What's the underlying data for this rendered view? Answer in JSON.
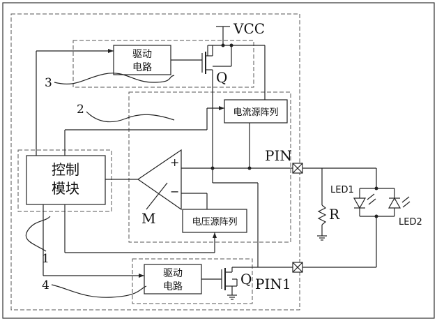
{
  "labels": {
    "vcc": "VCC",
    "q_top": "Q",
    "q_bottom": "Q",
    "pin": "PIN",
    "pin1": "PIN1",
    "led1": "LED1",
    "led2": "LED2",
    "r": "R",
    "m": "M",
    "plus": "+",
    "minus": "−",
    "num1": "1",
    "num2": "2",
    "num3": "3",
    "num4": "4"
  },
  "blocks": {
    "drive_top_line1": "驱动",
    "drive_top_line2": "电路",
    "drive_bottom_line1": "驱动",
    "drive_bottom_line2": "电路",
    "control_line1": "控制",
    "control_line2": "模块",
    "current_source_array": "电流源阵列",
    "voltage_source_array": "电压源阵列"
  }
}
